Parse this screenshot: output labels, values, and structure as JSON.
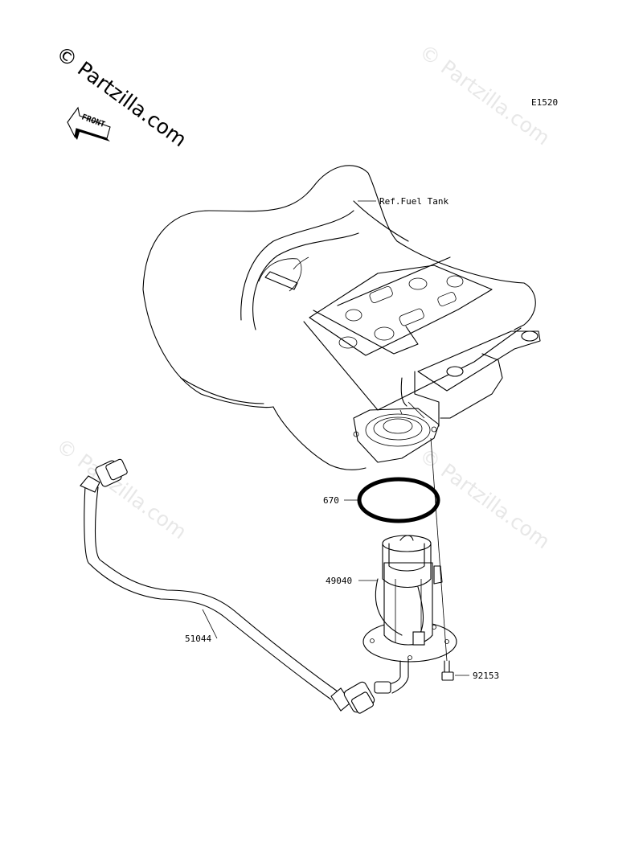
{
  "watermark": {
    "text": "© Partzilla.com"
  },
  "diagram_code": "E1520",
  "front_indicator": "FRONT",
  "reference_label": "Ref.Fuel Tank",
  "parts": [
    {
      "number": "670"
    },
    {
      "number": "49040"
    },
    {
      "number": "51044"
    },
    {
      "number": "92153"
    }
  ],
  "colors": {
    "ink": "#000000",
    "background": "#ffffff"
  }
}
